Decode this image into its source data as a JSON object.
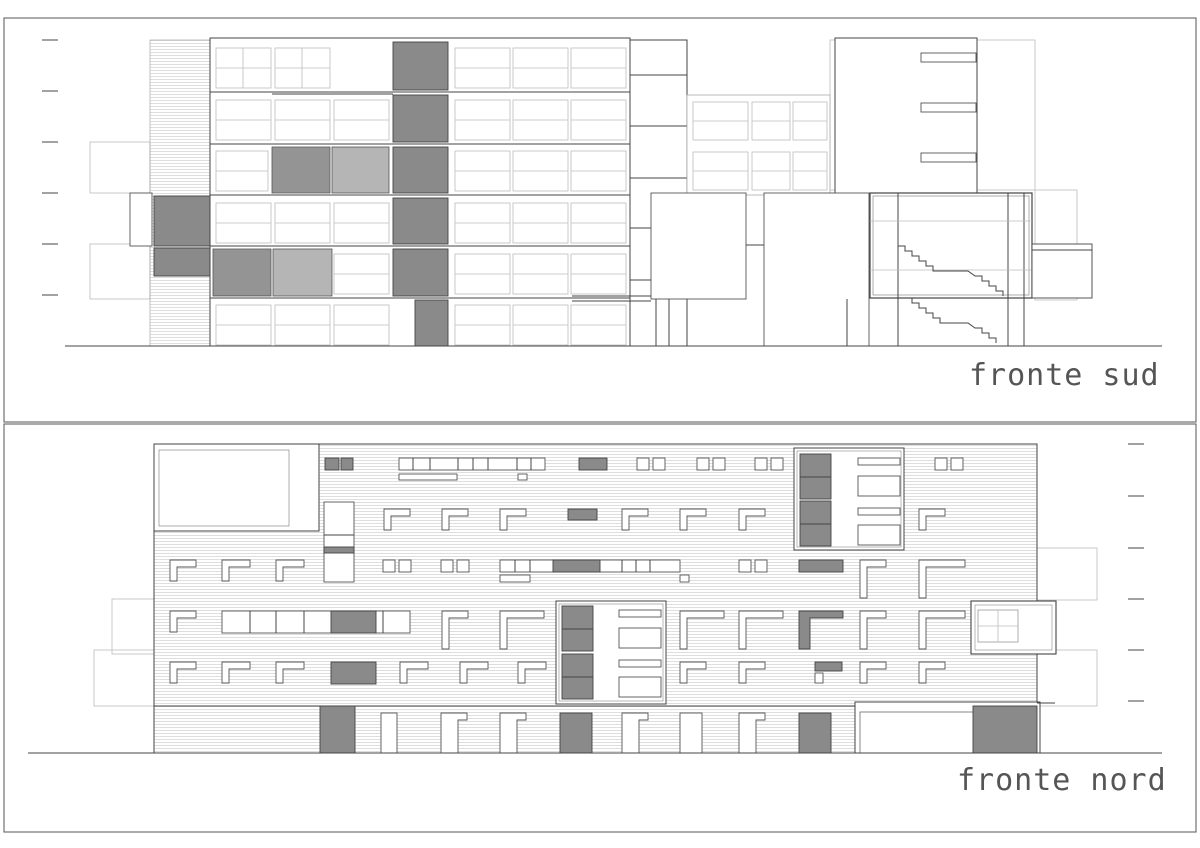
{
  "panels": [
    {
      "id": "south",
      "label": "fronte sud"
    },
    {
      "id": "north",
      "label": "fronte nord"
    }
  ],
  "colors": {
    "line": "#444444",
    "light": "#bdbdbd",
    "dark_fill": "#8a8a8a",
    "mid_fill": "#b5b5b5",
    "label": "#555555"
  }
}
